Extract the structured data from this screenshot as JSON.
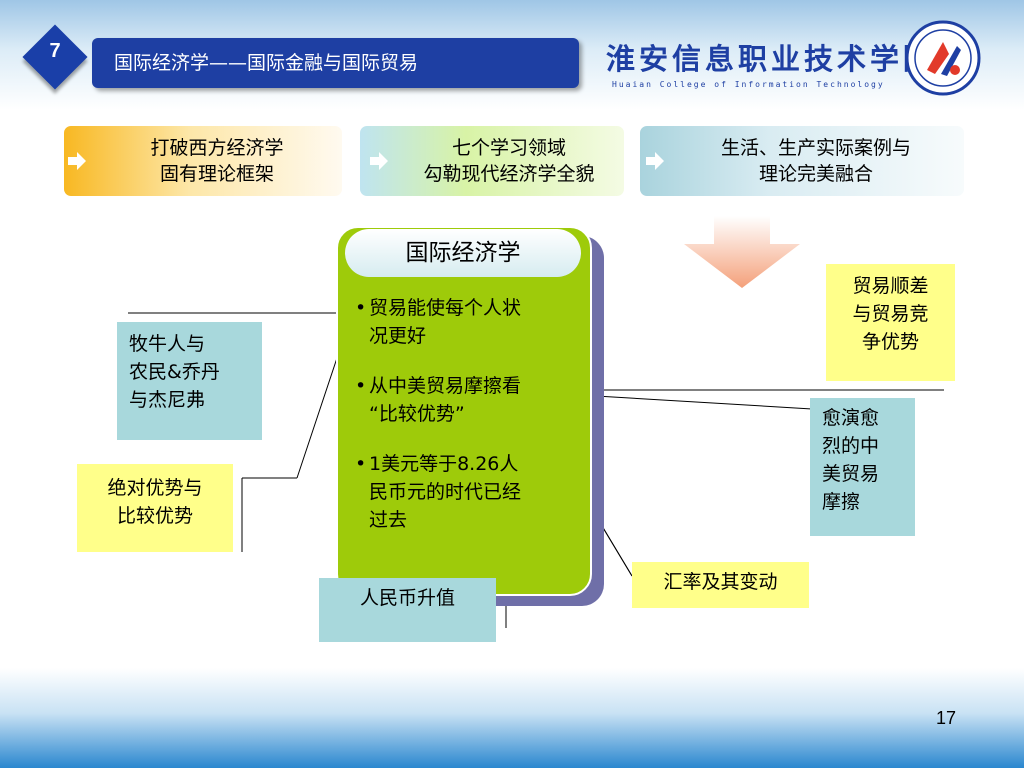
{
  "slide": {
    "section_number": "7",
    "title": "国际经济学——国际金融与国际贸易",
    "page_number": "17"
  },
  "header": {
    "college_name": "淮安信息职业技术学院",
    "college_name_en": "Huaian College of Information Technology",
    "logo_icon": "college-logo-icon"
  },
  "tabs": [
    {
      "line1": "打破西方经济学",
      "line2": "固有理论框架"
    },
    {
      "line1": "七个学习领域",
      "line2": "勾勒现代经济学全貌"
    },
    {
      "line1": "生活、生产实际案例与",
      "line2": "理论完美融合"
    }
  ],
  "panel": {
    "title": "国际经济学",
    "bullets": [
      {
        "line1": "贸易能使每个人状",
        "line2": "况更好",
        "line3": ""
      },
      {
        "line1": "从中美贸易摩擦看",
        "line2": "“比较优势”",
        "line3": ""
      },
      {
        "line1": "1美元等于8.26人",
        "line2": "民币元的时代已经",
        "line3": "过去"
      }
    ]
  },
  "callouts": {
    "cowboy": {
      "line1": "牧牛人与",
      "line2": "农民&乔丹",
      "line3": "与杰尼弗"
    },
    "absolute_comparative": {
      "line1": "绝对优势与",
      "line2": "比较优势"
    },
    "rmb_appreciation": {
      "line1": "人民币升值"
    },
    "trade_surplus": {
      "line1": "贸易顺差",
      "line2": "与贸易竞",
      "line3": "争优势"
    },
    "trade_friction": {
      "line1": "愈演愈",
      "line2": "烈的中",
      "line3": "美贸易",
      "line4": "摩擦"
    },
    "exchange_rate": {
      "line1": "汇率及其变动"
    }
  },
  "colors": {
    "title_bar": "#1e3fa3",
    "panel_green": "#9ecb0a",
    "teal_box": "#a8d8dc",
    "yellow_box": "#ffff8a",
    "arrow_orange": "#f7a878"
  }
}
